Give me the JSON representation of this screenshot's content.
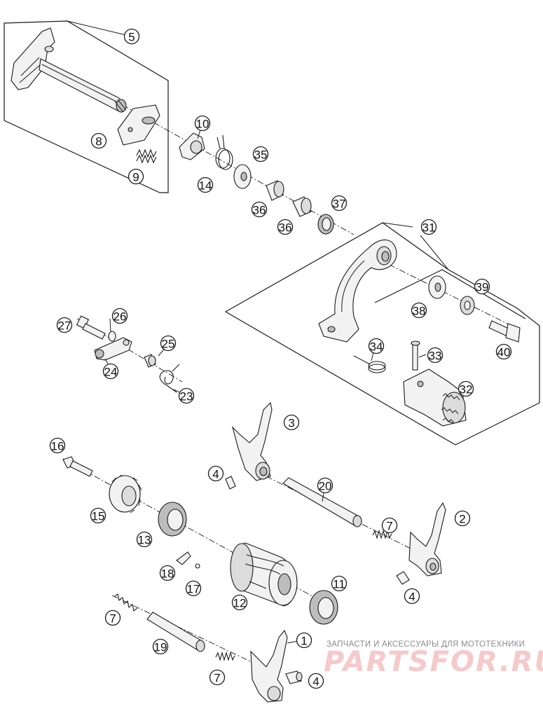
{
  "diagram": {
    "callouts": [
      "1",
      "2",
      "3",
      "4",
      "5",
      "7",
      "8",
      "9",
      "10",
      "11",
      "12",
      "13",
      "14",
      "15",
      "16",
      "17",
      "18",
      "19",
      "20",
      "23",
      "24",
      "25",
      "26",
      "27",
      "31",
      "32",
      "33",
      "34",
      "35",
      "36",
      "37",
      "38",
      "39",
      "40"
    ]
  },
  "watermark": {
    "caption": "ЗАПЧАСТИ И АКСЕССУАРЫ ДЛЯ МОТОТЕХНИКИ",
    "logo": "PARTSFOR.RU"
  }
}
